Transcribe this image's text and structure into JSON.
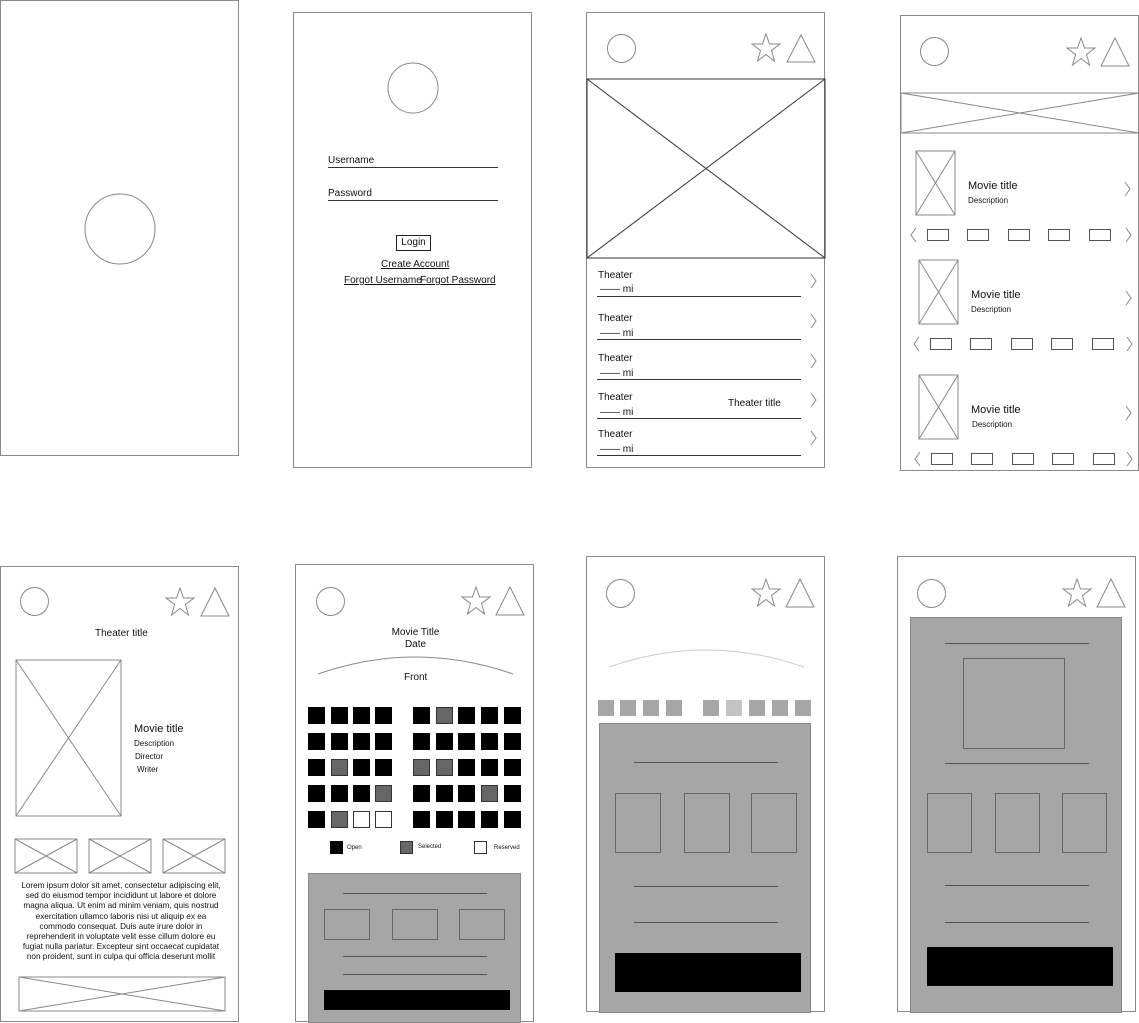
{
  "login": {
    "username_label": "Username",
    "password_label": "Password",
    "login_button": "Login",
    "create_account": "Create Account",
    "forgot_username": "Forgot Username",
    "forgot_password": "Forgot Password"
  },
  "theaters": {
    "items": [
      {
        "name": "Theater",
        "distance": "—— mi"
      },
      {
        "name": "Theater",
        "distance": "—— mi"
      },
      {
        "name": "Theater",
        "distance": "—— mi"
      },
      {
        "name": "Theater",
        "distance": "—— mi"
      },
      {
        "name": "Theater",
        "distance": "—— mi"
      }
    ],
    "theater_title": "Theater title"
  },
  "movies": {
    "items": [
      {
        "title": "Movie title",
        "description": "Description"
      },
      {
        "title": "Movie title",
        "description": "Description"
      },
      {
        "title": "Movie title",
        "description": "Description"
      }
    ]
  },
  "detail": {
    "theater_title": "Theater title",
    "movie_title": "Movie title",
    "description": "Description",
    "director": "Director",
    "writer": "Writer",
    "lorem": "Lorem ipsum dolor sit amet, consectetur adipiscing elit, sed do eiusmod tempor incididunt ut labore et dolore magna aliqua. Ut enim ad minim veniam, quis nostrud exercitation ullamco laboris nisi ut aliquip ex ea commodo consequat. Duis aute irure dolor in reprehenderit in voluptate velit esse cillum dolore eu fugiat nulla pariatur. Excepteur sint occaecat cupidatat non proident, sunt in culpa qui officia deserunt mollit"
  },
  "seats": {
    "movie_title": "Movie Title",
    "date": "Date",
    "front": "Front",
    "legend": {
      "open": "Open",
      "selected": "Selected",
      "reserved": "Reserved"
    },
    "rows": [
      [
        "open",
        "open",
        "open",
        "open",
        "open",
        "sel",
        "open",
        "open",
        "open"
      ],
      [
        "open",
        "open",
        "open",
        "open",
        "open",
        "open",
        "open",
        "open",
        "open"
      ],
      [
        "open",
        "sel",
        "open",
        "open",
        "sel",
        "sel",
        "open",
        "open",
        "open"
      ],
      [
        "open",
        "open",
        "open",
        "sel",
        "open",
        "open",
        "open",
        "sel",
        "open"
      ],
      [
        "open",
        "sel",
        "res",
        "res",
        "open",
        "open",
        "open",
        "open",
        "open"
      ]
    ]
  },
  "colors": {
    "outline": "#8a8a8a",
    "panel_gray": "#a6a6a6",
    "seat_open": "#000000",
    "seat_selected": "#666666",
    "seat_reserved": "#ffffff"
  }
}
